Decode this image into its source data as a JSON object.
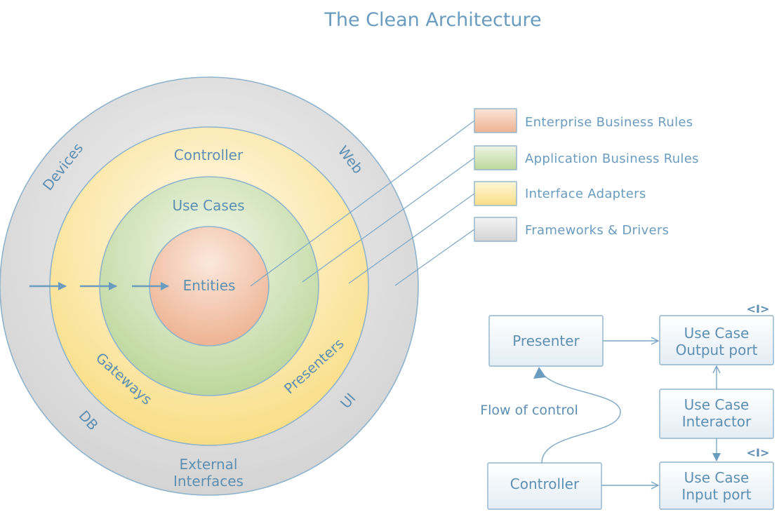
{
  "title": "The Clean Architecture",
  "colors": {
    "text": "#5d8fb3",
    "stroke": "#8fb3cc",
    "frameworks": "#dcdcdc",
    "adapters": "#fbe7a3",
    "application": "#cfe1b4",
    "enterprise": "#f2c3a7"
  },
  "rings": {
    "outer": {
      "labels": {
        "devices": "Devices",
        "web": "Web",
        "db": "DB",
        "ui": "UI",
        "external_1": "External",
        "external_2": "Interfaces"
      }
    },
    "adapters": {
      "labels": {
        "controller": "Controller",
        "gateways": "Gateways",
        "presenters": "Presenters"
      }
    },
    "use_cases": {
      "label": "Use Cases"
    },
    "entities": {
      "label": "Entities"
    }
  },
  "legend": [
    {
      "label": "Enterprise Business Rules",
      "color": "enterprise"
    },
    {
      "label": "Application Business Rules",
      "color": "application"
    },
    {
      "label": "Interface Adapters",
      "color": "adapters"
    },
    {
      "label": "Frameworks & Drivers",
      "color": "frameworks"
    }
  ],
  "flow": {
    "presenter": "Presenter",
    "output_port_1": "Use Case",
    "output_port_2": "Output port",
    "interactor_1": "Use Case",
    "interactor_2": "Interactor",
    "controller": "Controller",
    "input_port_1": "Use Case",
    "input_port_2": "Input port",
    "interface_marker": "<I>",
    "flow_of_control": "Flow of control"
  }
}
